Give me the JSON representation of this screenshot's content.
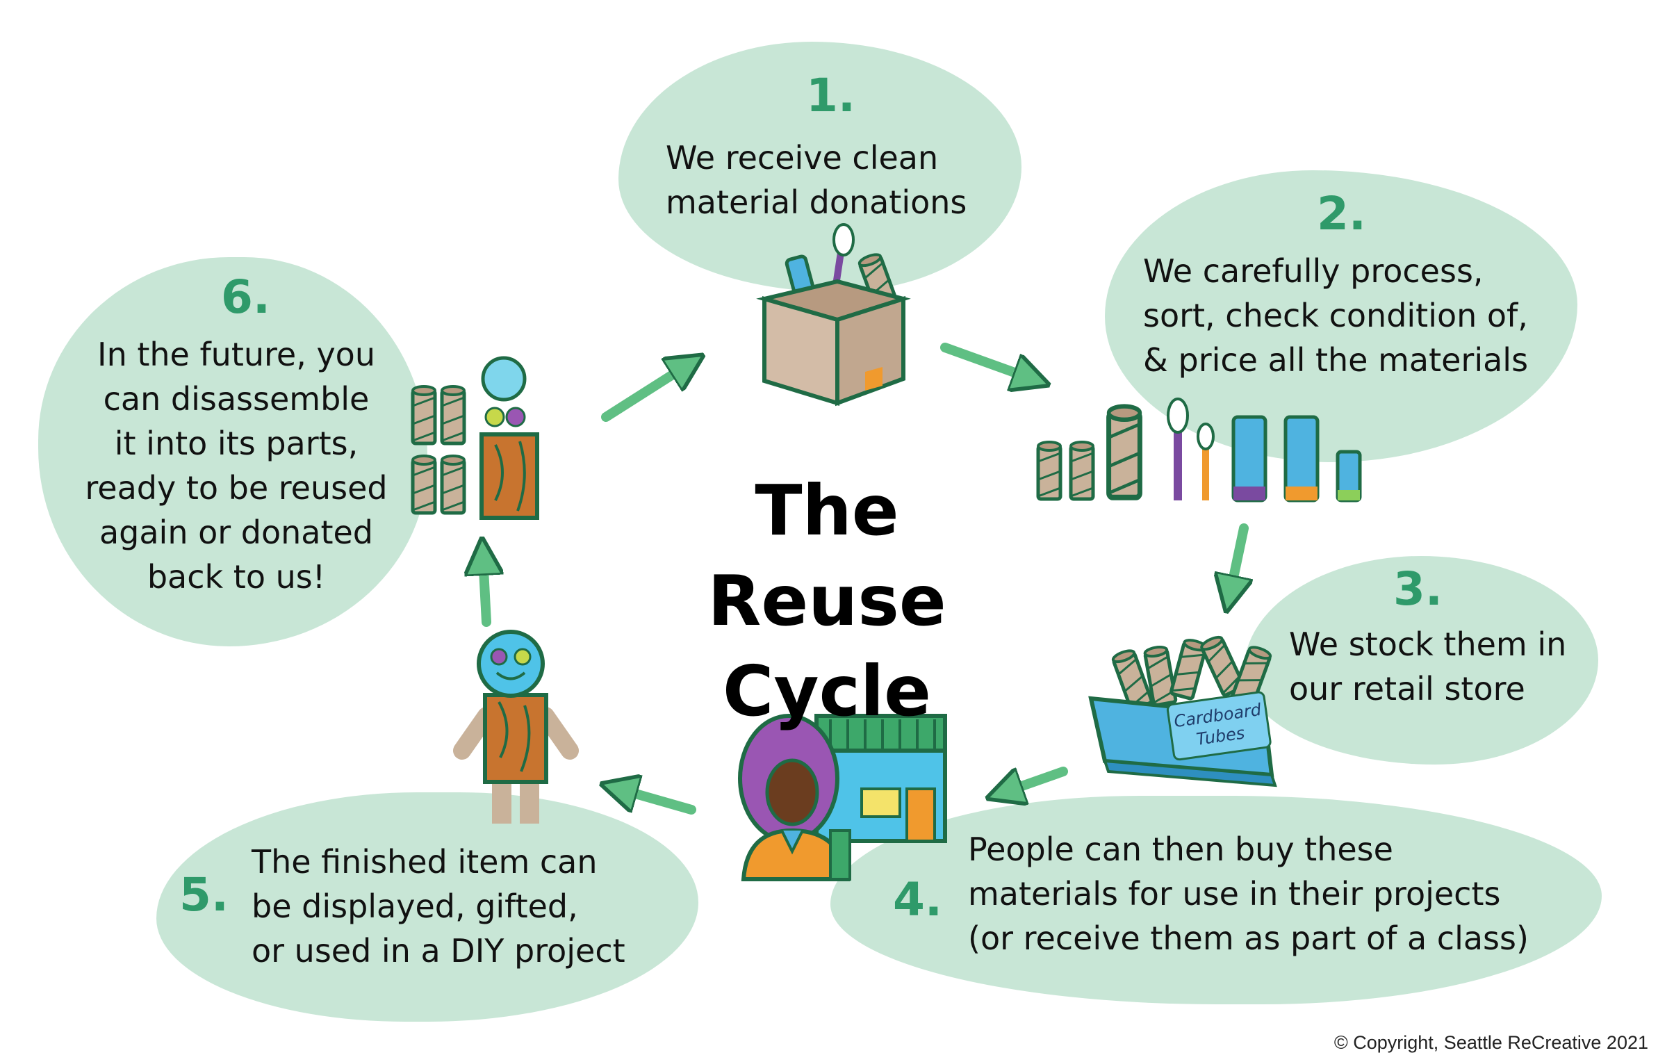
{
  "title_line1": "The",
  "title_line2": "Reuse Cycle",
  "steps": [
    {
      "number": "1.",
      "lines": [
        "We receive clean",
        "material donations"
      ]
    },
    {
      "number": "2.",
      "lines": [
        "We carefully process,",
        "sort, check condition of,",
        "& price all the materials"
      ]
    },
    {
      "number": "3.",
      "lines": [
        "We stock them in",
        "our retail store"
      ]
    },
    {
      "number": "4.",
      "lines": [
        "People can then buy these",
        "materials for use in their projects",
        "(or receive them as part of a class)"
      ]
    },
    {
      "number": "5.",
      "lines": [
        "The finished item can",
        "be displayed, gifted,",
        "or used in a DIY project"
      ]
    },
    {
      "number": "6.",
      "lines": [
        "In the future, you",
        "can disassemble",
        "it into its parts,",
        "ready to be reused",
        "again or donated",
        "back to us!"
      ]
    }
  ],
  "crate_label_line1": "Cardboard",
  "crate_label_line2": "Tubes",
  "copyright": "© Copyright, Seattle ReCreative 2021",
  "colors": {
    "bubble": "#c8e6d6",
    "number": "#2f9a6a",
    "arrow": "#5fbf83",
    "outline": "#1f6b45"
  }
}
